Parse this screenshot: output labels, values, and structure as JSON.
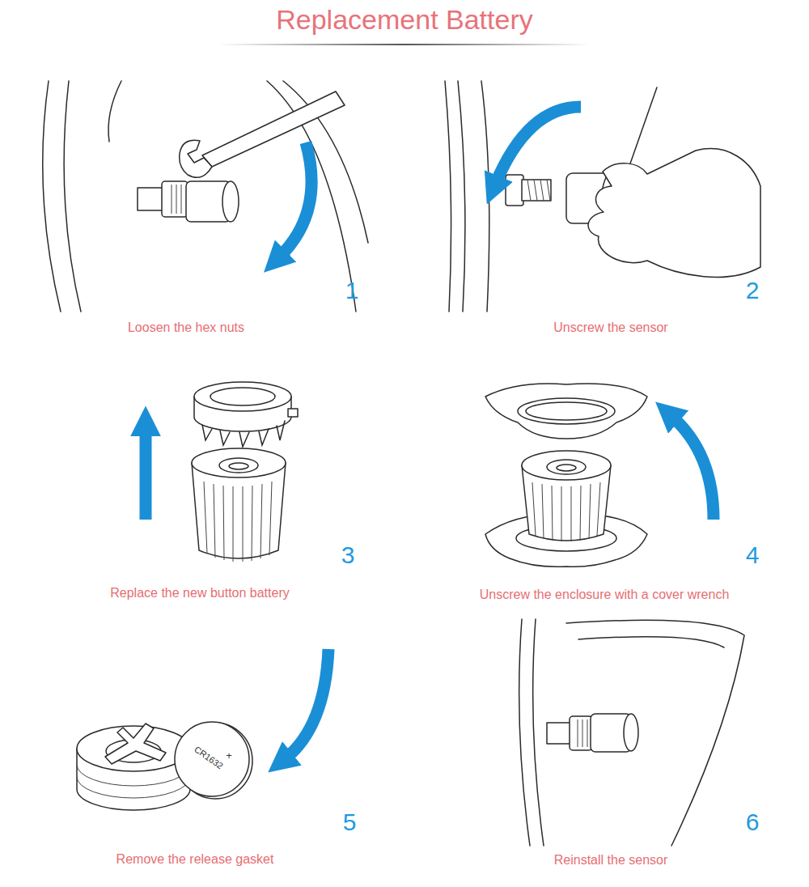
{
  "diagram": {
    "title": "Replacement Battery",
    "labels": [
      "1",
      "Loosen the hex nuts",
      "2",
      "Unscrew the sensor",
      "3",
      "Replace the new button battery",
      "4",
      "Unscrew the enclosure with a cover wrench",
      "5",
      "Remove the release gasket",
      "6",
      "Reinstall the sensor",
      "CR1632",
      "+"
    ]
  }
}
